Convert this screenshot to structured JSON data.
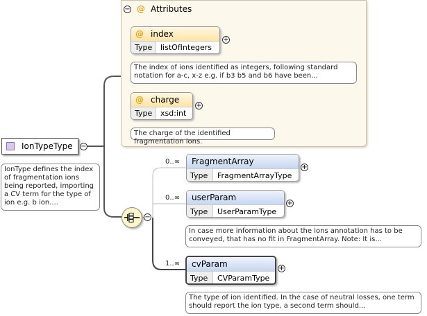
{
  "attributes": {
    "title": "Attributes",
    "items": [
      {
        "name": "index",
        "type_label": "Type",
        "type": "listOfIntegers",
        "doc": "The index of ions identified as integers, following standard notation for a-c, x-z e.g. if b3 b5 and b6 have been..."
      },
      {
        "name": "charge",
        "type_label": "Type",
        "type": "xsd:int",
        "doc": "The charge of the identified fragmentation ions."
      }
    ]
  },
  "root": {
    "name": "IonTypeType",
    "doc": "IonType defines the index of fragmentation ions being reported, importing a CV term for the type of ion e.g. b ion...."
  },
  "elements": [
    {
      "name": "FragmentArray",
      "type_label": "Type",
      "type": "FragmentArrayType",
      "card": "0..∞",
      "doc": ""
    },
    {
      "name": "userParam",
      "type_label": "Type",
      "type": "UserParamType",
      "card": "0..∞",
      "doc": "In case more information about the ions annotation has to be conveyed, that has no fit in FragmentArray. Note: It is..."
    },
    {
      "name": "cvParam",
      "type_label": "Type",
      "type": "CVParamType",
      "card": "1..∞",
      "doc": "The type of ion identified. In the case of neutral losses, one term should report the ion type, a second term should..."
    }
  ],
  "symbols": {
    "collapse": "−",
    "expand": "+",
    "attribute_marker": "@"
  },
  "icons": {
    "root": "complex-type-icon",
    "sequence": "sequence-compositor-icon"
  },
  "colors": {
    "attribute_header": "#ffe4a6",
    "element_header": "#c6d6f0",
    "attribute_group_bg": "#fdf8ec",
    "sequence_bg": "#fdf6c8",
    "root_icon": "#d9c7ef"
  }
}
